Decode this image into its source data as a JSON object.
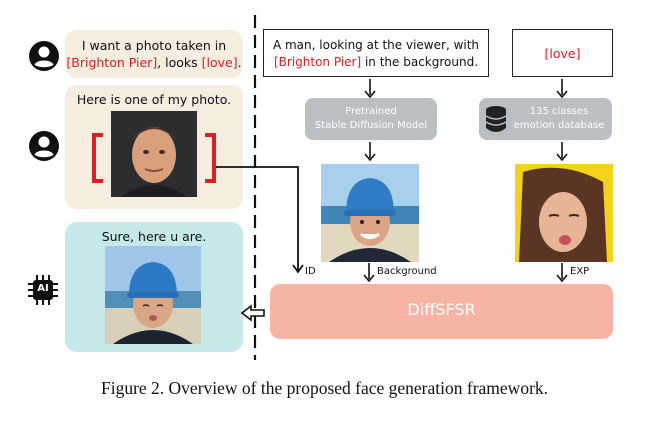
{
  "user_prompt": {
    "line1": "I want a photo taken in",
    "place": "[Brighton Pier]",
    "sep": ", looks ",
    "emotion": "[love]",
    "end": "."
  },
  "user_photo_msg": "Here is one of my photo.",
  "ai_reply": "Sure, here u are.",
  "scene_prompt": {
    "line1": "A man, looking at the viewer, with",
    "place": "[Brighton Pier]",
    "line2_end": " in the background."
  },
  "emotion_tag": "[love]",
  "model_box": {
    "line1": "Pretrained",
    "line2": "Stable Diffusion Model"
  },
  "emotion_db": {
    "line1": "135 classes",
    "line2": "emotion database"
  },
  "labels": {
    "id": "ID",
    "background": "Background",
    "exp": "EXP"
  },
  "diffsfsr": "DiffSFSR",
  "ai_chip": "AI",
  "caption": "Figure 2. Overview of the proposed face generation framework.",
  "colors": {
    "bubble_user": "#f5ede0",
    "bubble_ai": "#c7e8ea",
    "diffsfsr": "#f7b3a4",
    "gray_box": "#b9bfc2",
    "red_text": "#d62020"
  }
}
